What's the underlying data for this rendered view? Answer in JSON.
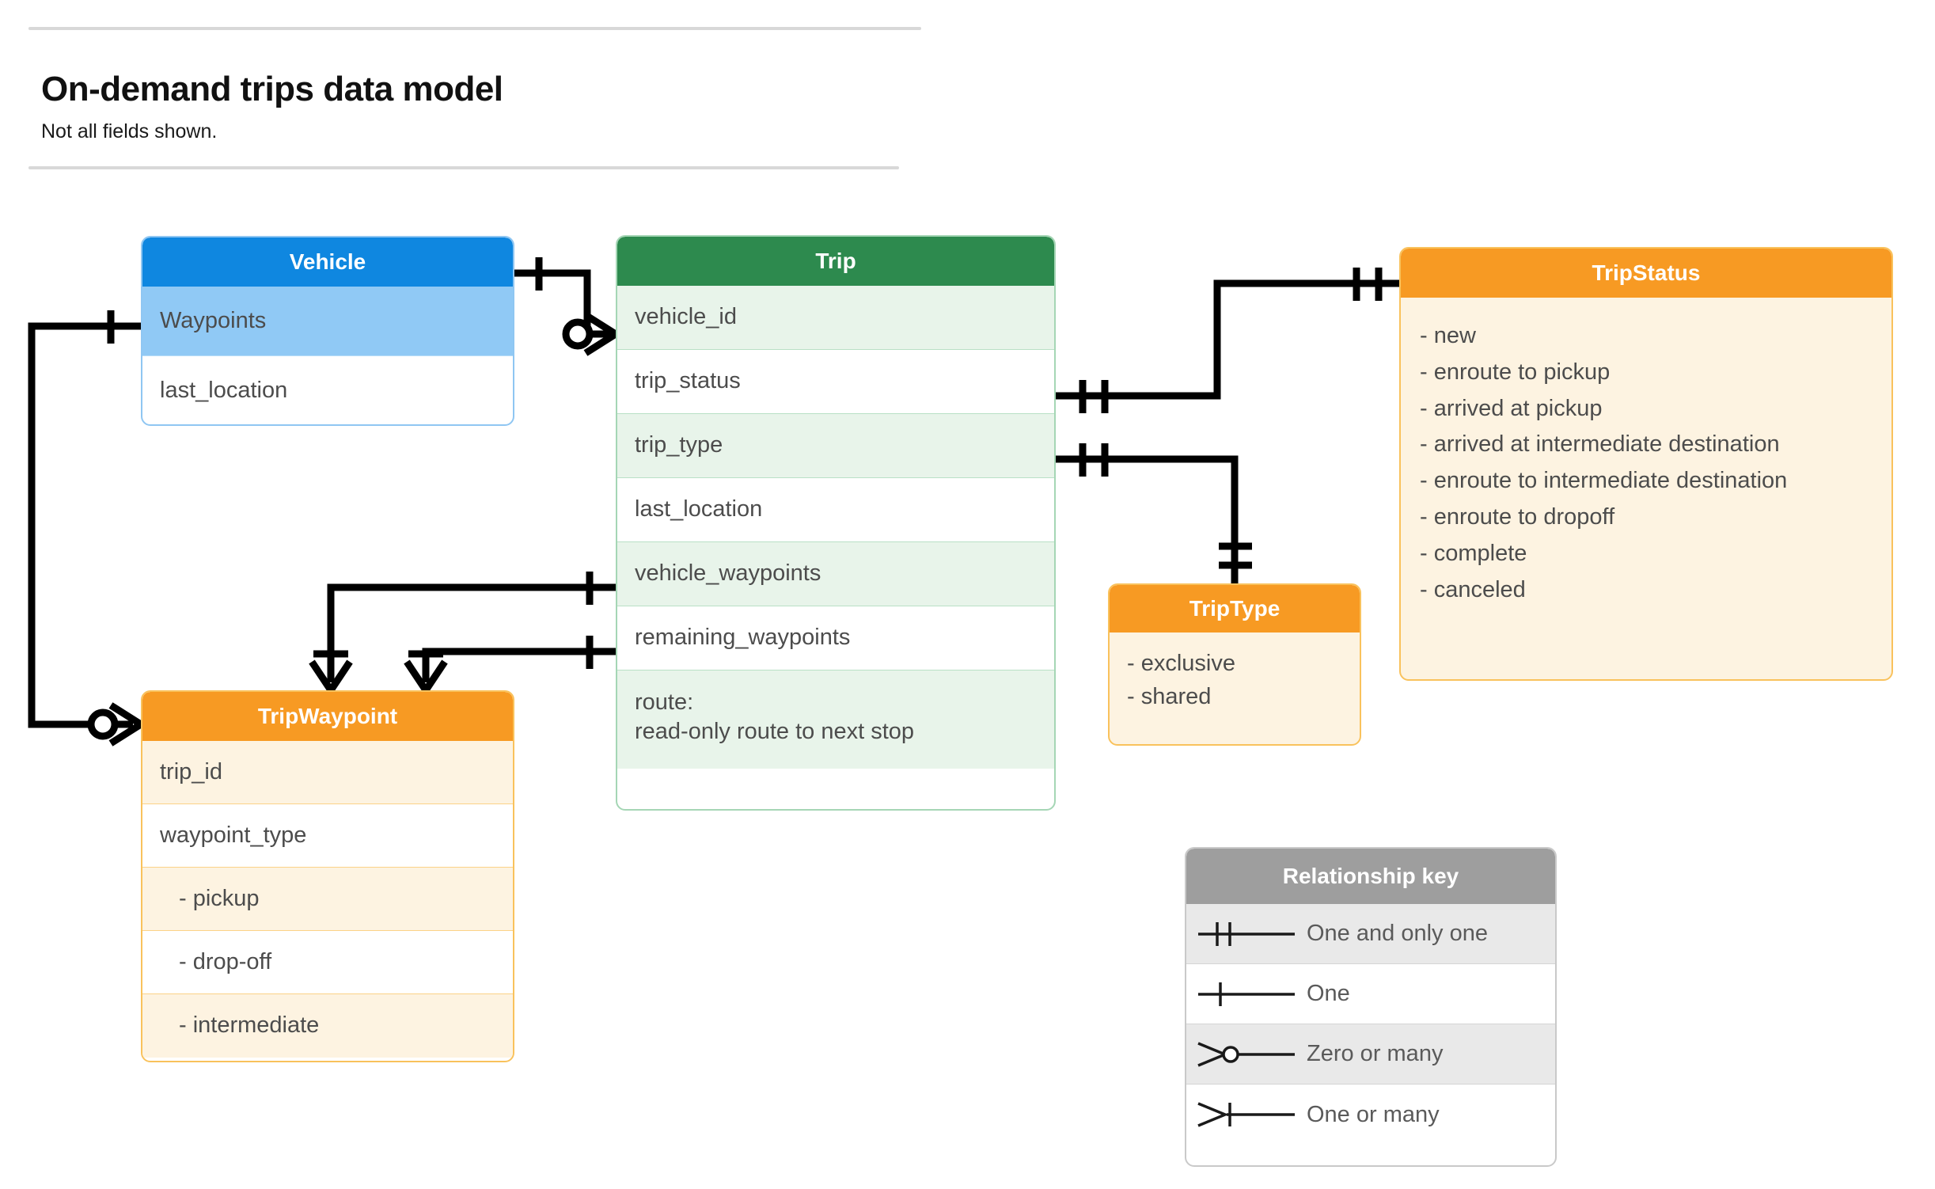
{
  "header": {
    "title": "On-demand trips data model",
    "subtitle": "Not all fields shown."
  },
  "colors": {
    "vehicle_header": "#0f87e0",
    "vehicle_row_alt": "#90c9f5",
    "trip_header": "#2d8a4e",
    "trip_row_alt": "#e8f4ea",
    "orange_header": "#f79a23",
    "orange_row_alt": "#fdf3e1",
    "key_header": "#9e9e9e",
    "connector": "#000000"
  },
  "entities": {
    "vehicle": {
      "title": "Vehicle",
      "rows": [
        "Waypoints",
        "last_location"
      ]
    },
    "trip": {
      "title": "Trip",
      "rows": [
        "vehicle_id",
        "trip_status",
        "trip_type",
        "last_location",
        "vehicle_waypoints",
        "remaining_waypoints",
        "route:\nread-only route to next stop"
      ]
    },
    "tripwaypoint": {
      "title": "TripWaypoint",
      "rows": [
        "trip_id",
        "waypoint_type",
        "-  pickup",
        "-  drop-off",
        "-  intermediate"
      ]
    },
    "triptype": {
      "title": "TripType",
      "values": [
        "- exclusive",
        "- shared"
      ]
    },
    "tripstatus": {
      "title": "TripStatus",
      "values": [
        "- new",
        "- enroute to pickup",
        "- arrived at pickup",
        "- arrived at intermediate destination",
        "- enroute to intermediate destination",
        "- enroute to dropoff",
        "- complete",
        "- canceled"
      ]
    }
  },
  "relationship_key": {
    "title": "Relationship key",
    "items": [
      {
        "symbol": "one-and-only-one",
        "label": "One and only one"
      },
      {
        "symbol": "one",
        "label": "One"
      },
      {
        "symbol": "zero-or-many",
        "label": "Zero or many"
      },
      {
        "symbol": "one-or-many",
        "label": "One or many"
      }
    ]
  },
  "relationships": [
    {
      "from": "Vehicle",
      "from_card": "one",
      "to": "Trip.vehicle_id",
      "to_card": "zero-or-many"
    },
    {
      "from": "Vehicle.Waypoints",
      "from_card": "one",
      "to": "TripWaypoint",
      "to_card": "zero-or-many"
    },
    {
      "from": "Trip.trip_status",
      "from_card": "one-and-only-one",
      "to": "TripStatus",
      "to_card": "one-and-only-one"
    },
    {
      "from": "Trip.trip_type",
      "from_card": "one-and-only-one",
      "to": "TripType",
      "to_card": "one-and-only-one"
    },
    {
      "from": "Trip.vehicle_waypoints",
      "from_card": "one",
      "to": "TripWaypoint",
      "to_card": "one-or-many"
    },
    {
      "from": "Trip.remaining_waypoints",
      "from_card": "one",
      "to": "TripWaypoint",
      "to_card": "one-or-many"
    }
  ]
}
